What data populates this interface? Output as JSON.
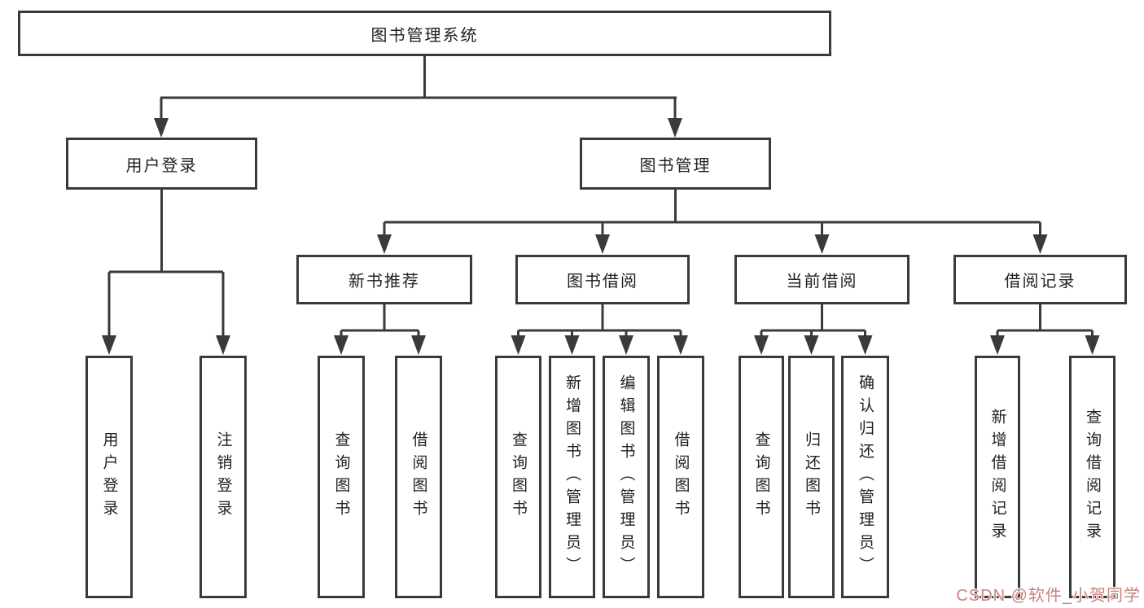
{
  "tree": {
    "root": {
      "label": "图书管理系统"
    },
    "level1": [
      {
        "label": "用户登录",
        "children": [
          {
            "label": "用户登录"
          },
          {
            "label": "注销登录"
          }
        ]
      },
      {
        "label": "图书管理",
        "children": [
          {
            "label": "新书推荐",
            "children": [
              {
                "label": "查询图书"
              },
              {
                "label": "借阅图书"
              }
            ]
          },
          {
            "label": "图书借阅",
            "children": [
              {
                "label": "查询图书"
              },
              {
                "label": "新增图书（管理员）"
              },
              {
                "label": "编辑图书（管理员）"
              },
              {
                "label": "借阅图书"
              }
            ]
          },
          {
            "label": "当前借阅",
            "children": [
              {
                "label": "查询图书"
              },
              {
                "label": "归还图书"
              },
              {
                "label": "确认归还（管理员）"
              }
            ]
          },
          {
            "label": "借阅记录",
            "children": [
              {
                "label": "新增借阅记录"
              },
              {
                "label": "查询借阅记录"
              }
            ]
          }
        ]
      }
    ]
  },
  "watermark": {
    "text": "CSDN @软件_小贺同学"
  },
  "colors": {
    "line": "#3a3a3a",
    "box_border": "#3a3a3a",
    "text": "#1f1f1f",
    "watermark": "#c9827f",
    "background": "#ffffff"
  }
}
